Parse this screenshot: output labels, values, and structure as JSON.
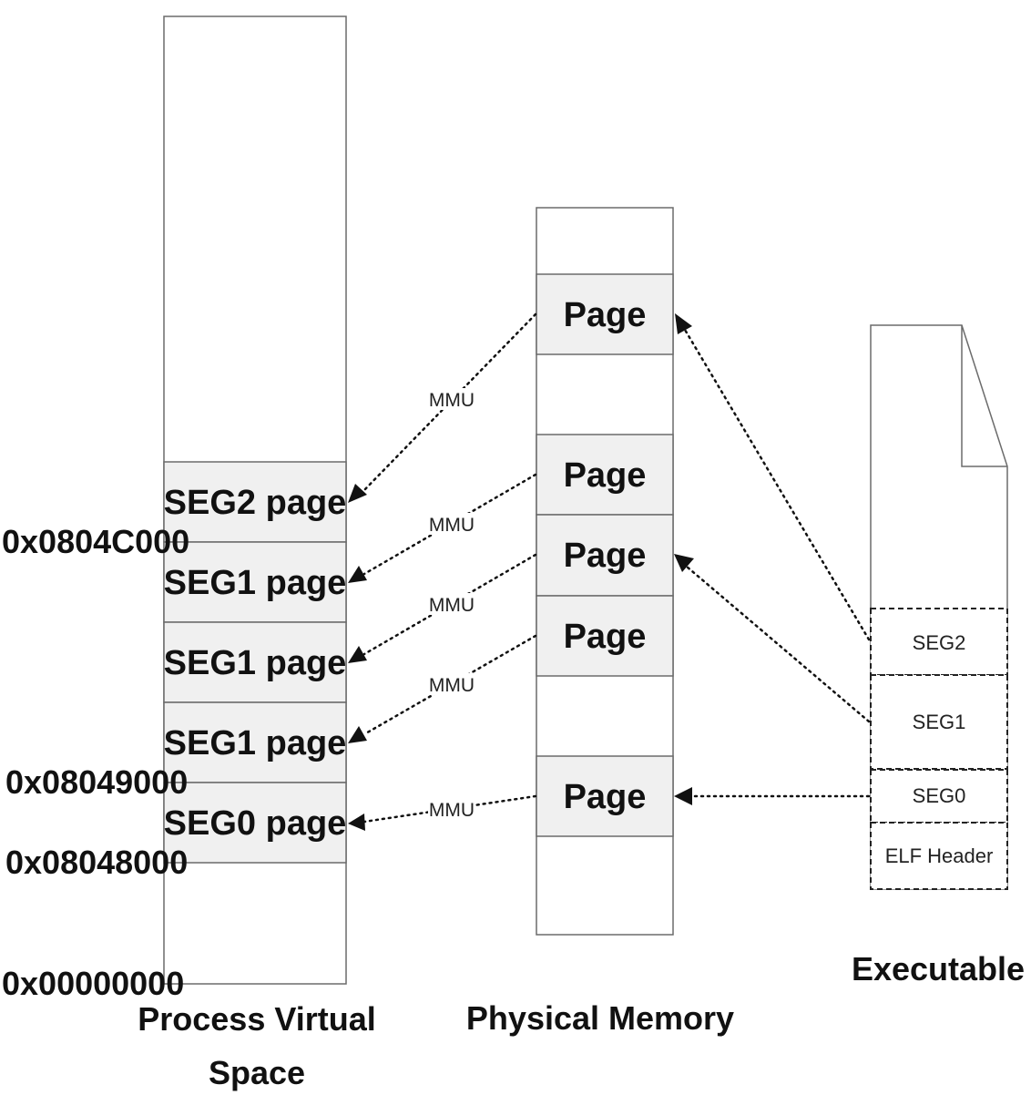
{
  "virtual_space": {
    "caption_line1": "Process Virtual",
    "caption_line2": "Space",
    "segments": [
      "SEG2 page",
      "SEG1 page",
      "SEG1 page",
      "SEG1 page",
      "SEG0 page"
    ],
    "addresses": [
      "0x0804C000",
      "0x08049000",
      "0x08048000",
      "0x00000000"
    ]
  },
  "physical_memory": {
    "caption": "Physical Memory",
    "pages": [
      "Page",
      "Page",
      "Page",
      "Page",
      "Page"
    ]
  },
  "executable": {
    "caption": "Executable",
    "sections": [
      "SEG2",
      "SEG1",
      "SEG0",
      "ELF Header"
    ]
  },
  "mmu_labels": [
    "MMU",
    "MMU",
    "MMU",
    "MMU",
    "MMU"
  ],
  "colors": {
    "page_fill": "#f0f0f0",
    "border": "#6b6b6b",
    "arrow": "#111111"
  }
}
